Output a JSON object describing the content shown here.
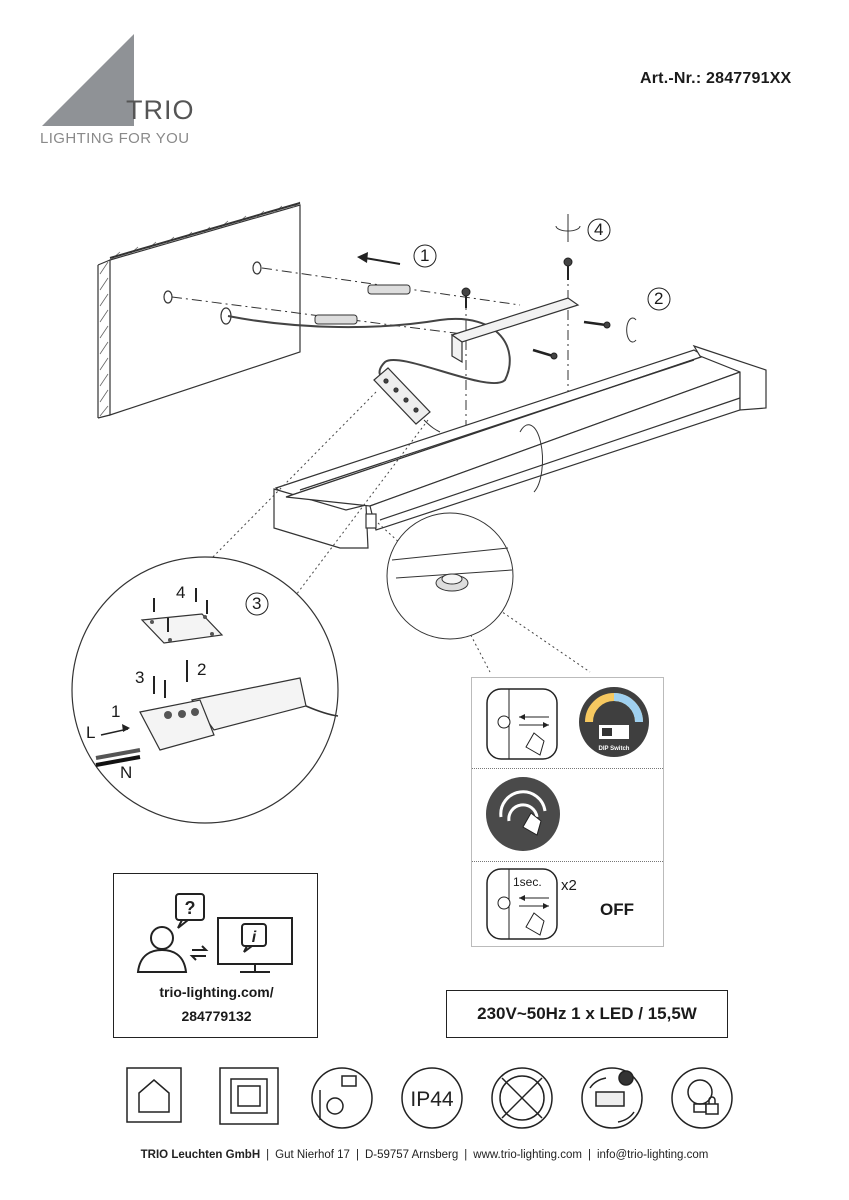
{
  "header": {
    "article_number": "Art.-Nr.: 2847791XX",
    "logo": {
      "brand": "TRIO",
      "tagline": "LIGHTING FOR YOU"
    }
  },
  "steps": {
    "step1": "1",
    "step2": "2",
    "step3": "3",
    "step4": "4"
  },
  "detail": {
    "label_4": "4",
    "label_3": "3",
    "label_2": "2",
    "label_1": "1",
    "label_L": "L",
    "label_N": "N",
    "circle_number": "3"
  },
  "operation_panel": {
    "dip_switch_label": "DIP Switch",
    "duration": "1sec.",
    "repeat": "x2",
    "state": "OFF"
  },
  "support": {
    "url_line1": "trio-lighting.com/",
    "url_line2": "284779132"
  },
  "specs": "230V~50Hz  1 x LED / 15,5W",
  "symbols": [
    {
      "name": "indoor-use-icon"
    },
    {
      "name": "protection-class-ii-icon"
    },
    {
      "name": "replaceable-light-source-icon"
    },
    {
      "name": "ip-rating-icon",
      "text": "IP44"
    },
    {
      "name": "not-dimmable-icon"
    },
    {
      "name": "replaceable-driver-icon"
    },
    {
      "name": "non-replaceable-led-icon"
    }
  ],
  "footer": {
    "company": "TRIO Leuchten GmbH",
    "street": "Gut Nierhof 17",
    "city": "D-59757 Arnsberg",
    "web": "www.trio-lighting.com",
    "email": "info@trio-lighting.com"
  },
  "colors": {
    "logo_gray": "#8f9296",
    "line": "#222222",
    "icon_dark": "#4a4a4a"
  }
}
